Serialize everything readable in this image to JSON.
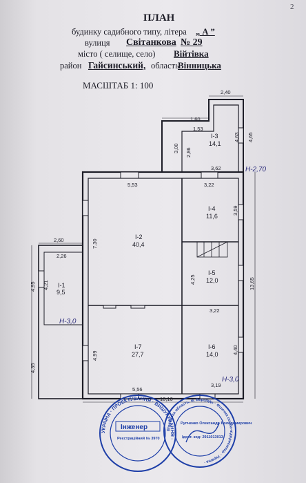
{
  "page_number": "2",
  "header": {
    "title": "ПЛАН",
    "line1": "будинку садибного типу,  літера",
    "letter": "„ А ”",
    "street_label": "вулиця",
    "street": "Світанкова",
    "number": "№ 29",
    "city_label": "місто ( селище, село)",
    "village": "Війтівка",
    "district_label": "район",
    "district": "Гайсинський,",
    "oblast_label": "область",
    "oblast": "Вінницька",
    "scale": "МАСШТАБ   1: 100"
  },
  "rooms": [
    {
      "id": "I-1",
      "area": "9,5"
    },
    {
      "id": "I-2",
      "area": "40,4"
    },
    {
      "id": "I-3",
      "area": "14,1"
    },
    {
      "id": "I-4",
      "area": "11,6"
    },
    {
      "id": "I-5",
      "area": "12,0"
    },
    {
      "id": "I-6",
      "area": "14,0"
    },
    {
      "id": "I-7",
      "area": "27,7"
    }
  ],
  "dimensions": {
    "d240": "2,40",
    "d160": "1,60",
    "d153": "1,53",
    "d300": "3,00",
    "d286": "2,86",
    "d463": "4,63",
    "d465": "4,65",
    "d362": "3,62",
    "d553": "5,53",
    "d322a": "3,22",
    "d359": "3,59",
    "d730": "7,30",
    "d260": "2,60",
    "d226": "2,26",
    "d495": "4,95",
    "d421": "4,21",
    "d425": "4,25",
    "d1365": "13,65",
    "d322b": "3,22",
    "d499": "4,99",
    "d440": "4,40",
    "d435": "4,35",
    "d319": "3,19",
    "d556": "5,56",
    "d1010": "10,10"
  },
  "height_marks": {
    "h270": "Н-2,70",
    "h30a": "Н-3,0",
    "h30b": "Н-3,0"
  },
  "stamps": {
    "left": {
      "center": "Інженер",
      "reg": "Реєстраційний № 3970",
      "ring": "УКРАЇНА · ПРОЕКТУВАННЯ · ВИШУКУВАННЯ ·"
    },
    "right": {
      "name": "Рупченко Олександр Володимирович",
      "code": "Ідент. код: 2911013013",
      "ring": "Вінницька область, м. Бершадь · Фізична особа-підприємець · Україна ·"
    }
  }
}
